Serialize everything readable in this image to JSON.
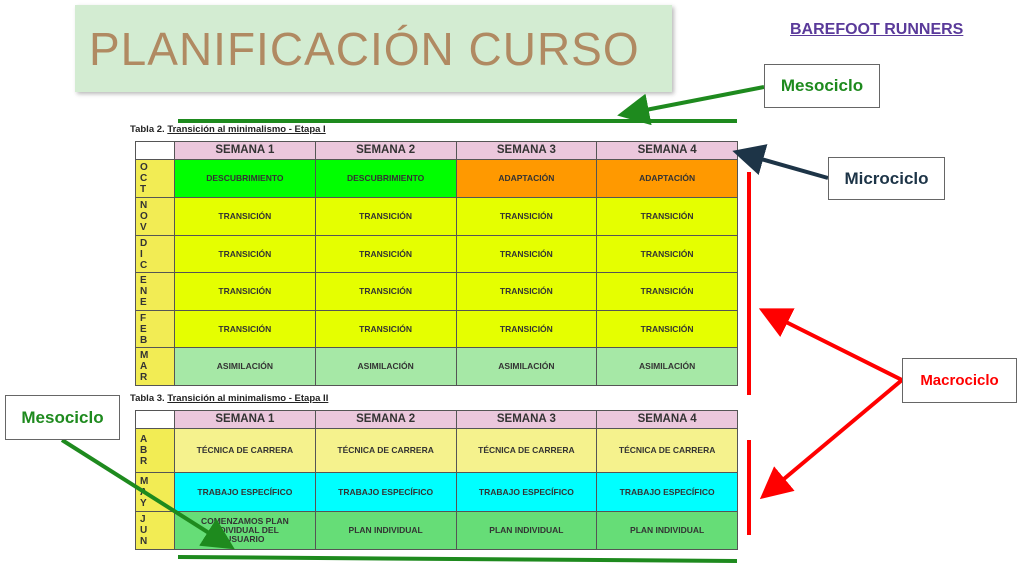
{
  "title": "PLANIFICACIÓN CURSO",
  "brand": "BAREFOOT RUNNERS",
  "labels": {
    "mesociclo_top": "Mesociclo",
    "microciclo": "Microciclo",
    "macrociclo": "Macrociclo",
    "mesociclo_left": "Mesociclo"
  },
  "colors": {
    "green": "#00ff00",
    "orange": "#ff9900",
    "yellow": "#e5ff00",
    "lightgreen": "#a6e8a6",
    "paleyellow": "#f5f28d",
    "cyan": "#00ffff",
    "green2": "#66dd77"
  },
  "table1": {
    "caption_prefix": "Tabla 2.",
    "caption": "Transición al minimalismo - Etapa I",
    "weeks": [
      "SEMANA 1",
      "SEMANA 2",
      "SEMANA 3",
      "SEMANA 4"
    ],
    "rows": [
      {
        "month": "O C T",
        "cells": [
          "DESCUBRIMIENTO",
          "DESCUBRIMIENTO",
          "ADAPTACIÓN",
          "ADAPTACIÓN"
        ],
        "colors": [
          "#00ff00",
          "#00ff00",
          "#ff9900",
          "#ff9900"
        ]
      },
      {
        "month": "N O V",
        "cells": [
          "TRANSICIÓN",
          "TRANSICIÓN",
          "TRANSICIÓN",
          "TRANSICIÓN"
        ],
        "colors": [
          "#e5ff00",
          "#e5ff00",
          "#e5ff00",
          "#e5ff00"
        ]
      },
      {
        "month": "D I C",
        "cells": [
          "TRANSICIÓN",
          "TRANSICIÓN",
          "TRANSICIÓN",
          "TRANSICIÓN"
        ],
        "colors": [
          "#e5ff00",
          "#e5ff00",
          "#e5ff00",
          "#e5ff00"
        ]
      },
      {
        "month": "E N E",
        "cells": [
          "TRANSICIÓN",
          "TRANSICIÓN",
          "TRANSICIÓN",
          "TRANSICIÓN"
        ],
        "colors": [
          "#e5ff00",
          "#e5ff00",
          "#e5ff00",
          "#e5ff00"
        ]
      },
      {
        "month": "F E B",
        "cells": [
          "TRANSICIÓN",
          "TRANSICIÓN",
          "TRANSICIÓN",
          "TRANSICIÓN"
        ],
        "colors": [
          "#e5ff00",
          "#e5ff00",
          "#e5ff00",
          "#e5ff00"
        ]
      },
      {
        "month": "M A R",
        "cells": [
          "ASIMILACIÓN",
          "ASIMILACIÓN",
          "ASIMILACIÓN",
          "ASIMILACIÓN"
        ],
        "colors": [
          "#a6e8a6",
          "#a6e8a6",
          "#a6e8a6",
          "#a6e8a6"
        ]
      }
    ]
  },
  "table2": {
    "caption_prefix": "Tabla 3.",
    "caption": "Transición al minimalismo - Etapa II",
    "weeks": [
      "SEMANA 1",
      "SEMANA 2",
      "SEMANA 3",
      "SEMANA 4"
    ],
    "rows": [
      {
        "month": "A B R",
        "cells": [
          "TÉCNICA DE CARRERA",
          "TÉCNICA DE CARRERA",
          "TÉCNICA DE CARRERA",
          "TÉCNICA DE CARRERA"
        ],
        "colors": [
          "#f5f28d",
          "#f5f28d",
          "#f5f28d",
          "#f5f28d"
        ]
      },
      {
        "month": "M A Y",
        "cells": [
          "TRABAJO ESPECÍFICO",
          "TRABAJO ESPECÍFICO",
          "TRABAJO ESPECÍFICO",
          "TRABAJO ESPECÍFICO"
        ],
        "colors": [
          "#00ffff",
          "#00ffff",
          "#00ffff",
          "#00ffff"
        ]
      },
      {
        "month": "J U N",
        "cells": [
          "COMENZAMOS PLAN INDIVIDUAL DEL USUARIO",
          "PLAN INDIVIDUAL",
          "PLAN INDIVIDUAL",
          "PLAN INDIVIDUAL"
        ],
        "colors": [
          "#66dd77",
          "#66dd77",
          "#66dd77",
          "#66dd77"
        ]
      }
    ]
  }
}
